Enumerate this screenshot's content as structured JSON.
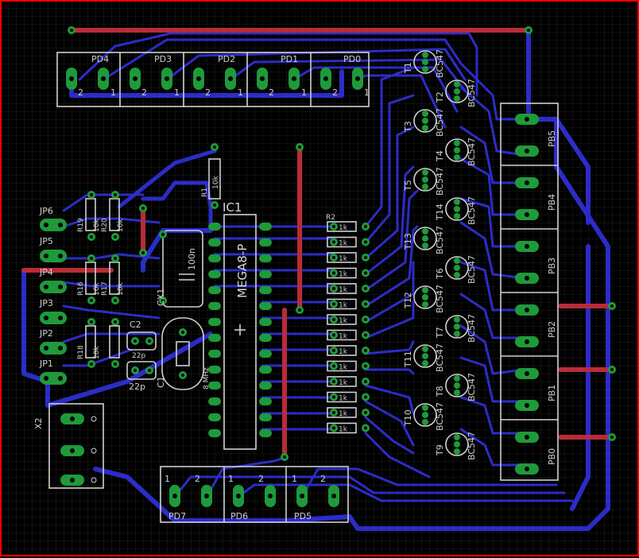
{
  "board": {
    "border_color": "#ff0000",
    "background": "#000000",
    "grid_color": "#1e1e1e",
    "bottom_trace_color": "#2c2cc8",
    "top_trace_color": "#b82c38",
    "pad_color": "#1f9a3a",
    "silk_color": "#cfcfcf"
  },
  "ic": {
    "ref": "IC1",
    "value": "MEGA8-P"
  },
  "crystal": {
    "ref": "Q",
    "value": "8 MHz"
  },
  "cx": {
    "ref": "CX1",
    "value": "100n"
  },
  "r1": {
    "ref": "R1",
    "value": "10k"
  },
  "r2": {
    "ref": "R2",
    "value": "1k"
  },
  "c2": {
    "ref": "C2",
    "value": "22p"
  },
  "c1": {
    "ref": "C1",
    "value": "22p"
  },
  "x2": "X2",
  "top_connectors": [
    "PD4",
    "PD3",
    "PD2",
    "PD1",
    "PD0"
  ],
  "bottom_connectors": [
    "PD7",
    "PD6",
    "PD5"
  ],
  "right_connectors": [
    "PB5",
    "PB4",
    "PB3",
    "PB2",
    "PB1",
    "PB0"
  ],
  "pin_labels": {
    "one": "1",
    "two": "2"
  },
  "jumpers": [
    "JP6",
    "JP5",
    "JP4",
    "JP3",
    "JP2",
    "JP1"
  ],
  "side_resistors": {
    "top": [
      "R19",
      "R20"
    ],
    "mid": [
      "R16",
      "R17"
    ],
    "bottom": [
      "R18"
    ],
    "value": "10k"
  },
  "transistors": [
    {
      "ref": "T1",
      "value": "BC547"
    },
    {
      "ref": "T2",
      "value": "BC547"
    },
    {
      "ref": "T3",
      "value": "BC547"
    },
    {
      "ref": "T4",
      "value": "BC547"
    },
    {
      "ref": "T5",
      "value": "BC547"
    },
    {
      "ref": "T14",
      "value": "BC547"
    },
    {
      "ref": "T13",
      "value": "BC547"
    },
    {
      "ref": "T6",
      "value": "BC547"
    },
    {
      "ref": "T12",
      "value": "BC547"
    },
    {
      "ref": "T7",
      "value": "BC547"
    },
    {
      "ref": "T11",
      "value": "BC547"
    },
    {
      "ref": "T8",
      "value": "BC547"
    },
    {
      "ref": "T10",
      "value": "BC547"
    },
    {
      "ref": "T9",
      "value": "BC547"
    }
  ]
}
